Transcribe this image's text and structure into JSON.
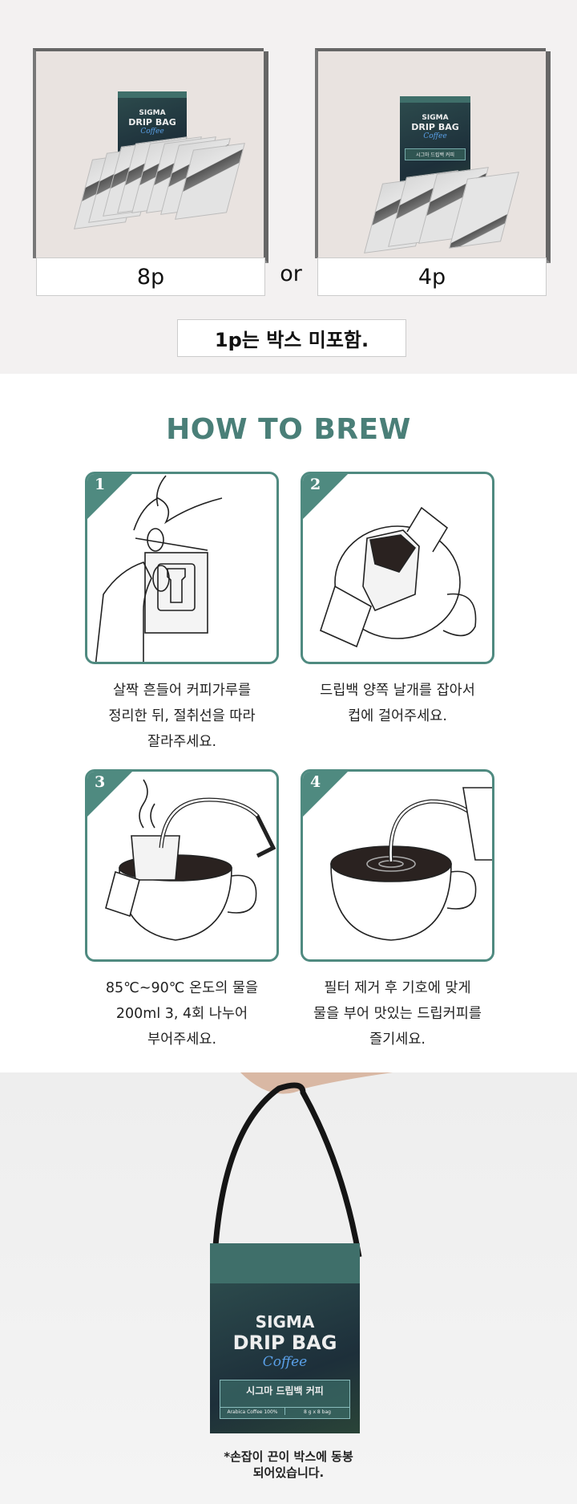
{
  "options": {
    "left_label": "8p",
    "separator": "or",
    "right_label": "4p",
    "note": "1p는 박스 미포함."
  },
  "product_box": {
    "brand": "SIGMA",
    "name": "DRIP BAG",
    "script": "Coffee",
    "korean_name": "시그마 드립백 커피",
    "origin": "Arabica Coffee 100%",
    "quantity": "8 g x 8 bag"
  },
  "how_to_brew": {
    "title": "HOW TO BREW",
    "accent_color": "#4f8a80",
    "steps": [
      {
        "number": "1",
        "lines": [
          "살짝 흔들어 커피가루를",
          "정리한 뒤, 절취선을 따라",
          "잘라주세요."
        ]
      },
      {
        "number": "2",
        "lines": [
          "드립백 양쪽 날개를 잡아서",
          "컵에 걸어주세요."
        ]
      },
      {
        "number": "3",
        "lines": [
          "85℃~90℃ 온도의 물을",
          "200ml 3, 4회 나누어",
          "부어주세요."
        ]
      },
      {
        "number": "4",
        "lines": [
          "필터 제거 후 기호에 맞게",
          "물을 부어 맛있는 드립커피를",
          "즐기세요."
        ]
      }
    ]
  },
  "handle_photo": {
    "caption_lines": [
      "*손잡이 끈이 박스에 동봉",
      "되어있습니다."
    ]
  }
}
